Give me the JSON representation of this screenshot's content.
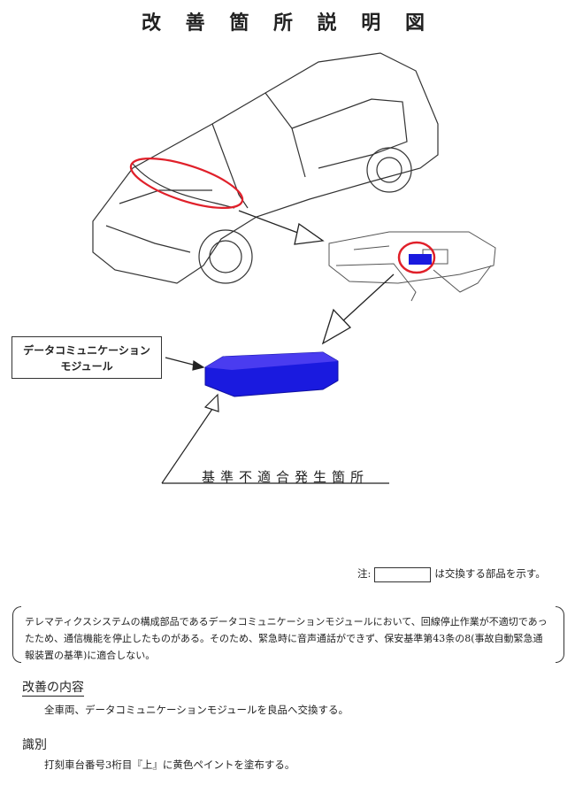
{
  "title": "改 善 箇 所 説 明 図",
  "module_label_line1": "データコミュニケーション",
  "module_label_line2": "モジュール",
  "fault_location": "基準不適合発生箇所",
  "note_prefix": "注:",
  "note_suffix": "は交換する部品を示す。",
  "description": "テレマティクスシステムの構成部品であるデータコミュニケーションモジュールにおいて、回線停止作業が不適切であったため、通信機能を停止したものがある。そのため、緊急時に音声通話ができず、保安基準第43条の8(事故自動緊急通報装置の基準)に適合しない。",
  "improvement_heading": "改善の内容",
  "improvement_text": "全車両、データコミュニケーションモジュールを良品へ交換する。",
  "identification_heading": "識別",
  "identification_text": "打刻車台番号3桁目『上』に黄色ペイントを塗布する。",
  "colors": {
    "highlight_circle": "#e0202a",
    "module": "#1a1adf"
  }
}
